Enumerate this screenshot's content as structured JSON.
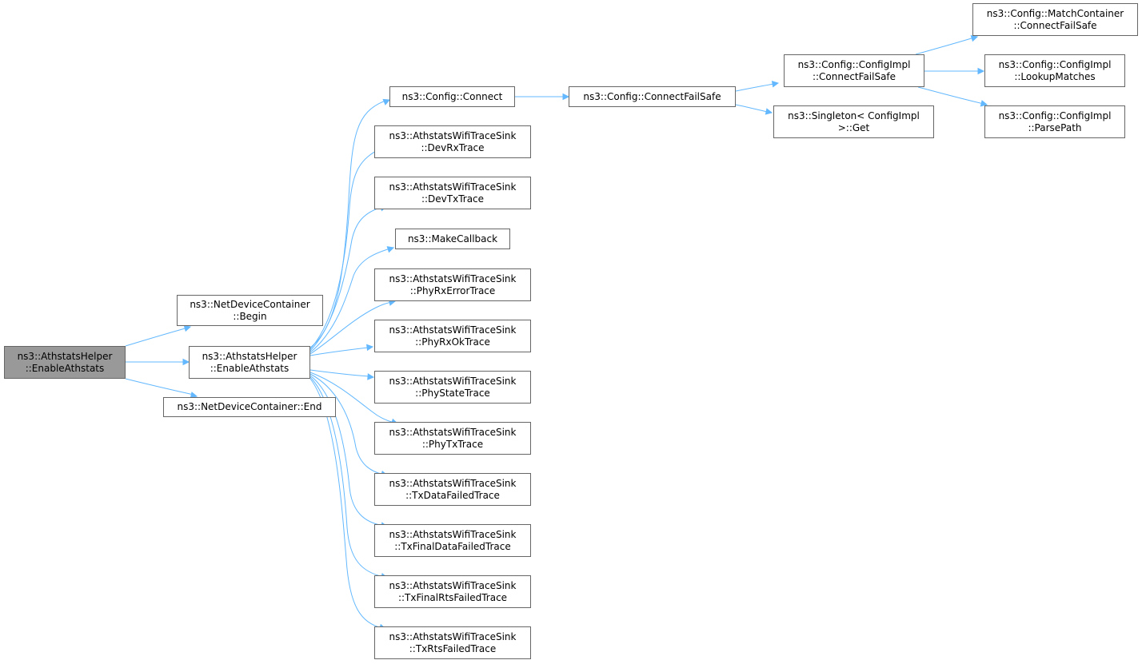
{
  "colors": {
    "edge": "#63b8ff",
    "node_border": "#666666",
    "root_fill": "#999999",
    "node_fill": "#ffffff"
  },
  "nodes": {
    "root": {
      "line1": "ns3::AthstatsHelper",
      "line2": "::EnableAthstats"
    },
    "ndc_begin": {
      "line1": "ns3::NetDeviceContainer",
      "line2": "::Begin"
    },
    "ah_enable": {
      "line1": "ns3::AthstatsHelper",
      "line2": "::EnableAthstats"
    },
    "ndc_end": {
      "line1": "ns3::NetDeviceContainer::End"
    },
    "connect": {
      "line1": "ns3::Config::Connect"
    },
    "dev_rx": {
      "line1": "ns3::AthstatsWifiTraceSink",
      "line2": "::DevRxTrace"
    },
    "dev_tx": {
      "line1": "ns3::AthstatsWifiTraceSink",
      "line2": "::DevTxTrace"
    },
    "make_cb": {
      "line1": "ns3::MakeCallback"
    },
    "phy_rxerr": {
      "line1": "ns3::AthstatsWifiTraceSink",
      "line2": "::PhyRxErrorTrace"
    },
    "phy_rxok": {
      "line1": "ns3::AthstatsWifiTraceSink",
      "line2": "::PhyRxOkTrace"
    },
    "phy_state": {
      "line1": "ns3::AthstatsWifiTraceSink",
      "line2": "::PhyStateTrace"
    },
    "phy_tx": {
      "line1": "ns3::AthstatsWifiTraceSink",
      "line2": "::PhyTxTrace"
    },
    "tx_data": {
      "line1": "ns3::AthstatsWifiTraceSink",
      "line2": "::TxDataFailedTrace"
    },
    "tx_final_data": {
      "line1": "ns3::AthstatsWifiTraceSink",
      "line2": "::TxFinalDataFailedTrace"
    },
    "tx_final_rts": {
      "line1": "ns3::AthstatsWifiTraceSink",
      "line2": "::TxFinalRtsFailedTrace"
    },
    "tx_rts": {
      "line1": "ns3::AthstatsWifiTraceSink",
      "line2": "::TxRtsFailedTrace"
    },
    "connect_fs": {
      "line1": "ns3::Config::ConnectFailSafe"
    },
    "ci_connect_fs": {
      "line1": "ns3::Config::ConfigImpl",
      "line2": "::ConnectFailSafe"
    },
    "singleton": {
      "line1": "ns3::Singleton< ConfigImpl",
      "line2": ">::Get"
    },
    "mc_connect_fs": {
      "line1": "ns3::Config::MatchContainer",
      "line2": "::ConnectFailSafe"
    },
    "lookup": {
      "line1": "ns3::Config::ConfigImpl",
      "line2": "::LookupMatches"
    },
    "parse": {
      "line1": "ns3::Config::ConfigImpl",
      "line2": "::ParsePath"
    }
  },
  "edges": [
    [
      "root",
      "ndc_begin"
    ],
    [
      "root",
      "ah_enable"
    ],
    [
      "root",
      "ndc_end"
    ],
    [
      "ah_enable",
      "connect"
    ],
    [
      "ah_enable",
      "dev_rx"
    ],
    [
      "ah_enable",
      "dev_tx"
    ],
    [
      "ah_enable",
      "make_cb"
    ],
    [
      "ah_enable",
      "phy_rxerr"
    ],
    [
      "ah_enable",
      "phy_rxok"
    ],
    [
      "ah_enable",
      "phy_state"
    ],
    [
      "ah_enable",
      "phy_tx"
    ],
    [
      "ah_enable",
      "tx_data"
    ],
    [
      "ah_enable",
      "tx_final_data"
    ],
    [
      "ah_enable",
      "tx_final_rts"
    ],
    [
      "ah_enable",
      "tx_rts"
    ],
    [
      "connect",
      "connect_fs"
    ],
    [
      "connect_fs",
      "ci_connect_fs"
    ],
    [
      "connect_fs",
      "singleton"
    ],
    [
      "ci_connect_fs",
      "mc_connect_fs"
    ],
    [
      "ci_connect_fs",
      "lookup"
    ],
    [
      "ci_connect_fs",
      "parse"
    ]
  ]
}
